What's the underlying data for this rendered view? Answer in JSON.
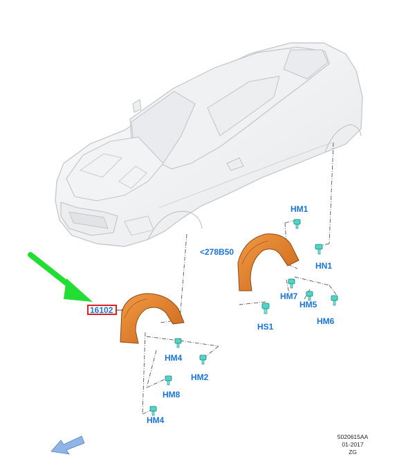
{
  "callouts": {
    "hm1": "HM1",
    "ref_278b50": "<278B50",
    "hn1": "HN1",
    "hm7": "HM7",
    "hm5": "HM5",
    "hs1": "HS1",
    "hm6": "HM6",
    "part_16102": "16102",
    "hm4_upper": "HM4",
    "hm2": "HM2",
    "hm8": "HM8",
    "hm4_lower": "HM4"
  },
  "footer": {
    "code": "5020615AA",
    "date": "01-2017",
    "suffix": "ZG"
  },
  "colors": {
    "callout_text": "#1a73d9",
    "highlight_box": "#e02020",
    "liner_fill": "#e8832a",
    "fastener_fill": "#4fd6c8",
    "arrow_green": "#22dd33",
    "nav_arrow": "#8fb4e8",
    "car_body": "#f4f5f6",
    "car_outline": "#c8cacc"
  },
  "icons": {
    "pointer": "green-arrow-icon",
    "navigation": "back-arrow-icon"
  }
}
